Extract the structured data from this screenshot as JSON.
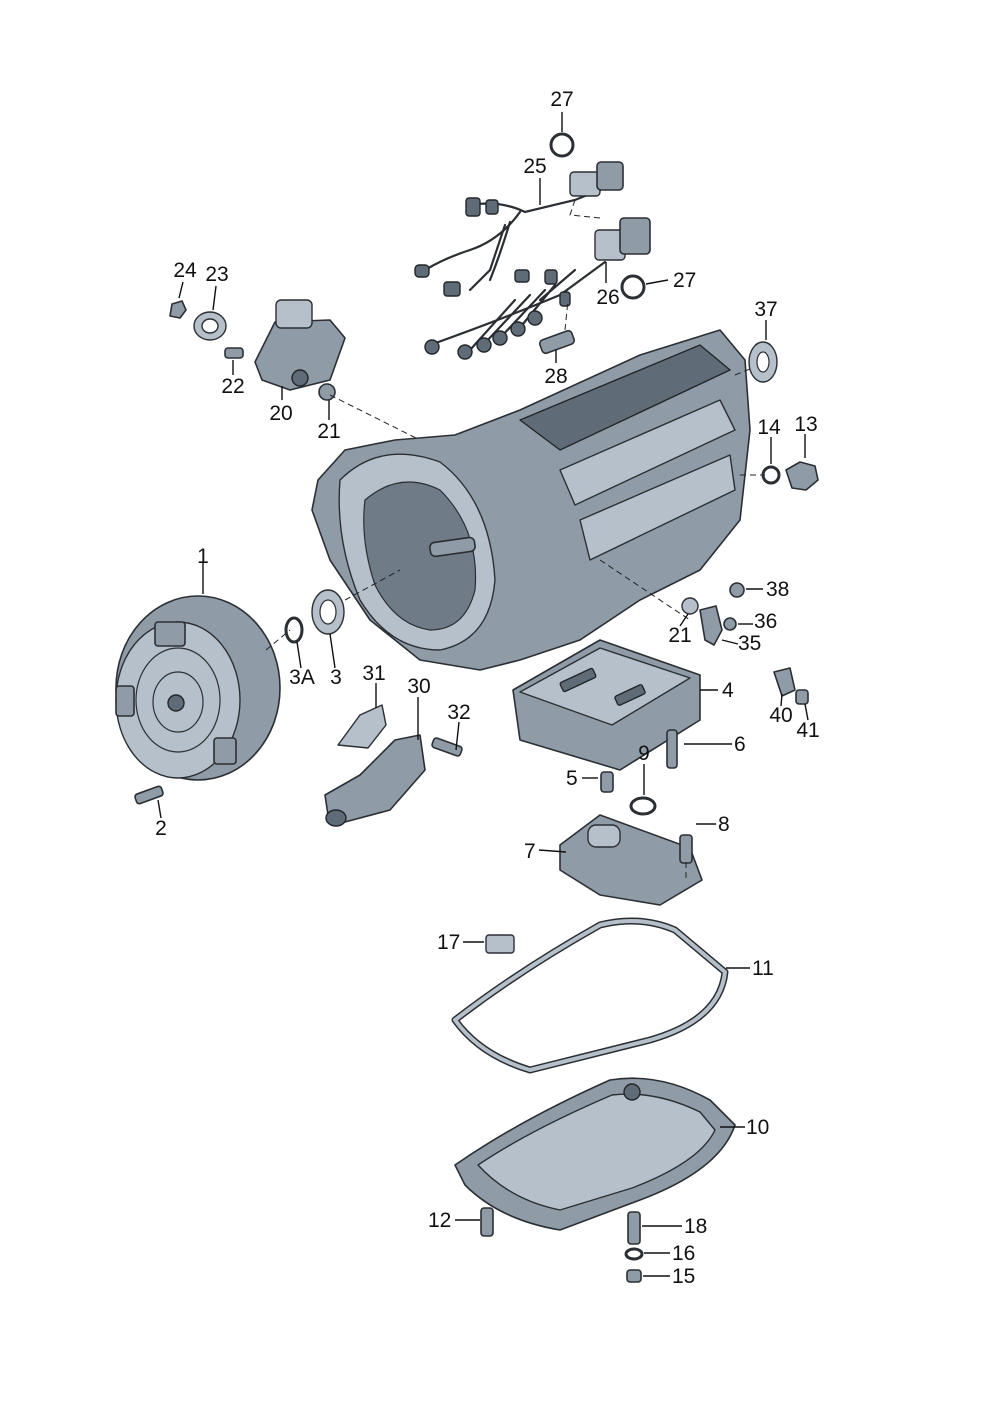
{
  "callouts": [
    {
      "id": "c27a",
      "text": "27"
    },
    {
      "id": "c25",
      "text": "25"
    },
    {
      "id": "c24",
      "text": "24"
    },
    {
      "id": "c23",
      "text": "23"
    },
    {
      "id": "c27b",
      "text": "27"
    },
    {
      "id": "c26",
      "text": "26"
    },
    {
      "id": "c37",
      "text": "37"
    },
    {
      "id": "c22",
      "text": "22"
    },
    {
      "id": "c28",
      "text": "28"
    },
    {
      "id": "c20",
      "text": "20"
    },
    {
      "id": "c21a",
      "text": "21"
    },
    {
      "id": "c14",
      "text": "14"
    },
    {
      "id": "c13",
      "text": "13"
    },
    {
      "id": "c1",
      "text": "1"
    },
    {
      "id": "c38",
      "text": "38"
    },
    {
      "id": "c36",
      "text": "36"
    },
    {
      "id": "c21b",
      "text": "21"
    },
    {
      "id": "c35",
      "text": "35"
    },
    {
      "id": "c31",
      "text": "31"
    },
    {
      "id": "c30",
      "text": "30"
    },
    {
      "id": "c3A",
      "text": "3A"
    },
    {
      "id": "c3",
      "text": "3"
    },
    {
      "id": "c4",
      "text": "4"
    },
    {
      "id": "c32",
      "text": "32"
    },
    {
      "id": "c40",
      "text": "40"
    },
    {
      "id": "c41",
      "text": "41"
    },
    {
      "id": "c6",
      "text": "6"
    },
    {
      "id": "c9",
      "text": "9"
    },
    {
      "id": "c5",
      "text": "5"
    },
    {
      "id": "c2",
      "text": "2"
    },
    {
      "id": "c8",
      "text": "8"
    },
    {
      "id": "c7",
      "text": "7"
    },
    {
      "id": "c17",
      "text": "17"
    },
    {
      "id": "c11",
      "text": "11"
    },
    {
      "id": "c10",
      "text": "10"
    },
    {
      "id": "c12",
      "text": "12"
    },
    {
      "id": "c18",
      "text": "18"
    },
    {
      "id": "c16",
      "text": "16"
    },
    {
      "id": "c15",
      "text": "15"
    }
  ]
}
